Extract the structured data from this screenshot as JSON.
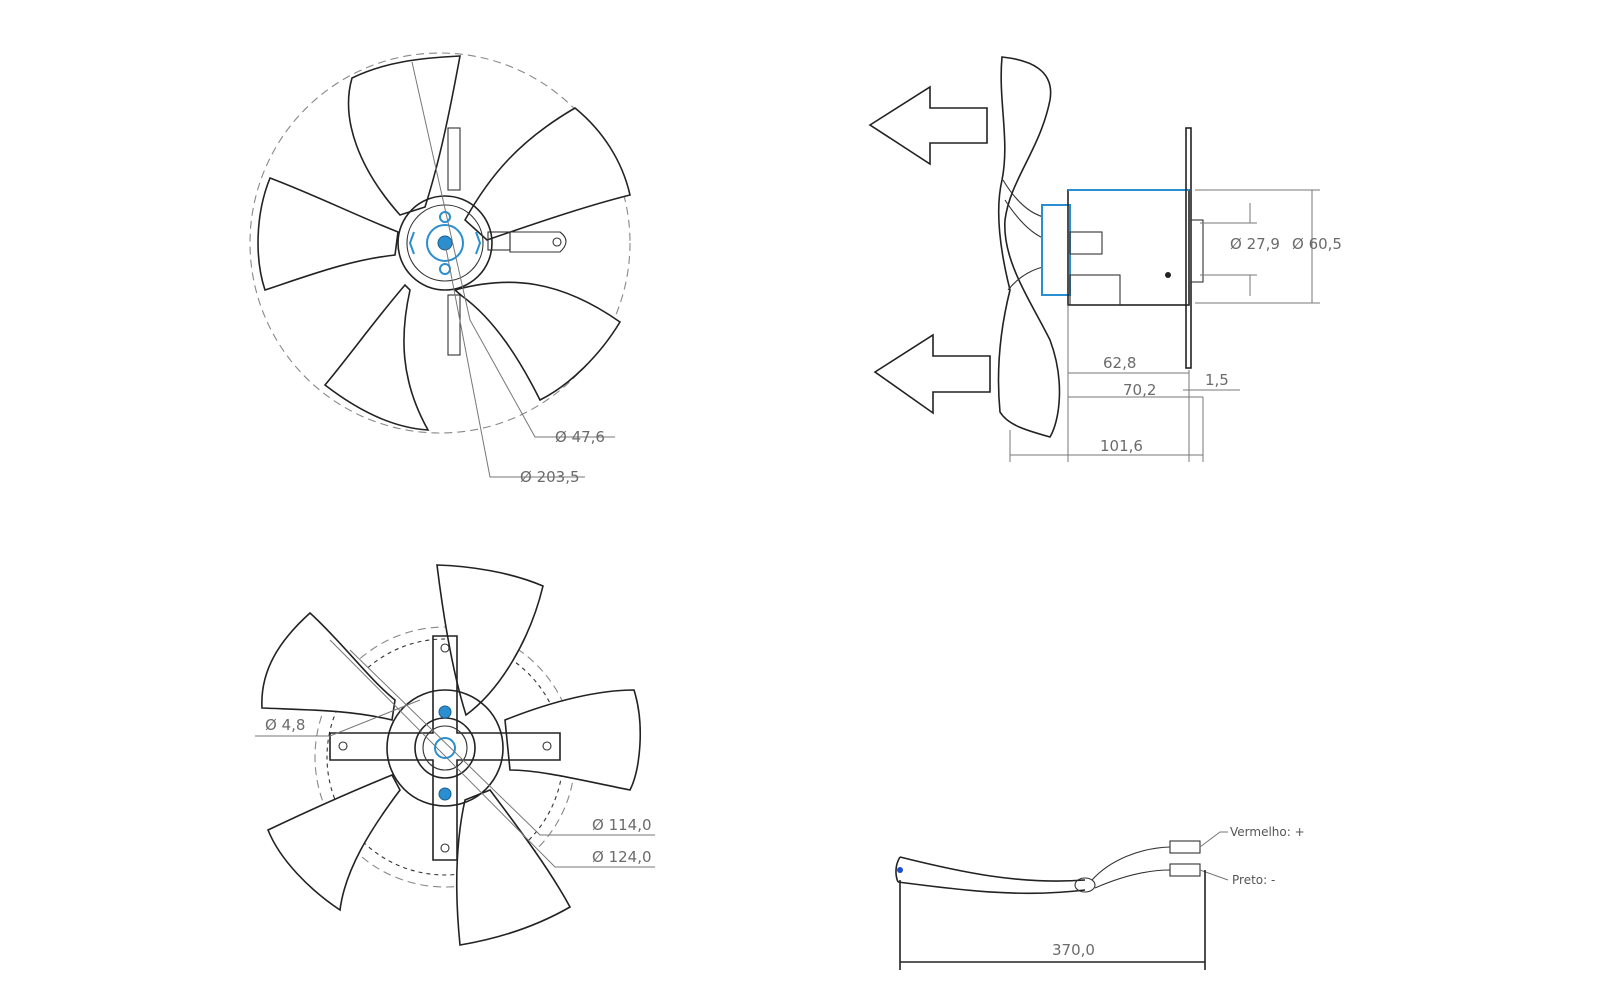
{
  "colors": {
    "line": "#222222",
    "dimension": "#6b6b6b",
    "accent": "#2a8fd0"
  },
  "front_view": {
    "dim_hub": "Ø 47,6",
    "dim_sweep": "Ø 203,5"
  },
  "side_view": {
    "dim_shaft": "Ø 27,9",
    "dim_motor": "Ø 60,5",
    "dim_body": "62,8",
    "dim_flange_thk": "1,5",
    "dim_motor_len": "70,2",
    "dim_total": "101,6"
  },
  "rear_view": {
    "dim_hole": "Ø 4,8",
    "dim_bolt_circle": "Ø 114,0",
    "dim_ring": "Ø 124,0"
  },
  "cable_view": {
    "red_wire": "Vermelho: +",
    "black_wire": "Preto: -",
    "dim_length": "370,0"
  }
}
